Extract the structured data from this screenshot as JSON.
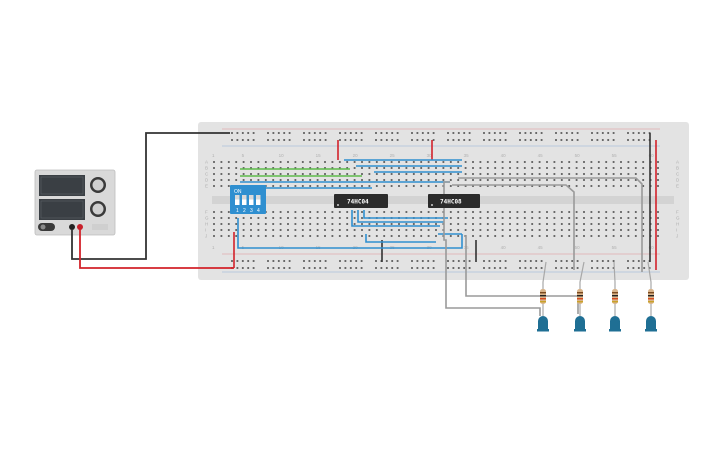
{
  "circuit": {
    "breadboard_column_numbers": [
      "1",
      "5",
      "10",
      "15",
      "20",
      "25",
      "30",
      "35",
      "40",
      "45",
      "50",
      "55",
      "60"
    ],
    "row_letters_top": [
      "A",
      "B",
      "C",
      "D",
      "E"
    ],
    "row_letters_bottom": [
      "F",
      "G",
      "H",
      "I",
      "J"
    ],
    "chip_inverter": {
      "label": "74HC04"
    },
    "chip_and": {
      "label": "74HC08"
    },
    "dip_switch": {
      "on_label": "ON",
      "switch_numbers": [
        "1",
        "2",
        "3",
        "4"
      ]
    },
    "leds": {
      "count": 4,
      "color": "#1f6f94"
    },
    "colors": {
      "breadboard": "#e3e3e3",
      "power_red": "#d3222a",
      "ground_black": "#333333",
      "wire_blue": "#2f8fd0",
      "wire_green": "#5dbb4a",
      "wire_gray": "#8c8c8c",
      "chip_body": "#2b2b2b",
      "dip_body": "#2f8fd0"
    }
  }
}
